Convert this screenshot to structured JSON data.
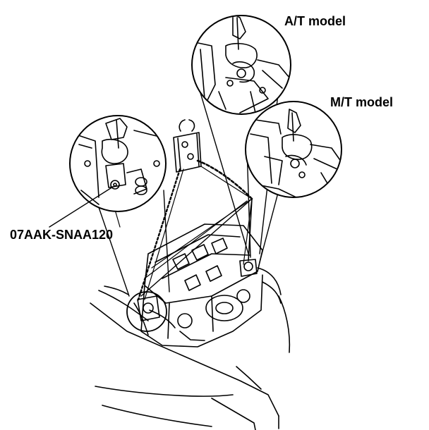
{
  "labels": {
    "at_model": "A/T model",
    "mt_model": "M/T model",
    "tool_number": "07AAK-SNAA120"
  },
  "colors": {
    "ink": "#000000",
    "paper": "#ffffff"
  }
}
